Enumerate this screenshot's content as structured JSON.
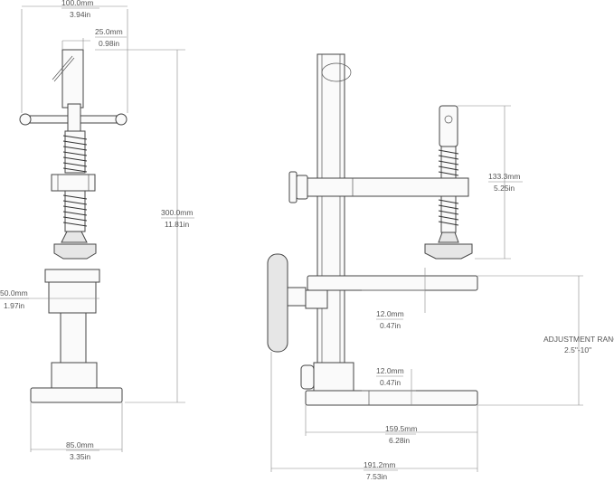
{
  "dimensions": {
    "front_width": {
      "mm": "100.0mm",
      "in": "3.94in"
    },
    "front_shaft": {
      "mm": "25.0mm",
      "in": "0.98in"
    },
    "front_height": {
      "mm": "300.0mm",
      "in": "11.81in"
    },
    "front_collar": {
      "mm": "50.0mm",
      "in": "1.97in"
    },
    "front_base": {
      "mm": "85.0mm",
      "in": "3.35in"
    },
    "side_spring": {
      "mm": "133.3mm",
      "in": "5.25in"
    },
    "side_arm_thick": {
      "mm": "12.0mm",
      "in": "0.47in"
    },
    "side_base_thick": {
      "mm": "12.0mm",
      "in": "0.47in"
    },
    "side_base_len": {
      "mm": "159.5mm",
      "in": "6.28in"
    },
    "side_total_len": {
      "mm": "191.2mm",
      "in": "7.53in"
    }
  },
  "adjustment": {
    "label": "ADJUSTMENT RANGE",
    "range": "2.5\"-10\""
  }
}
